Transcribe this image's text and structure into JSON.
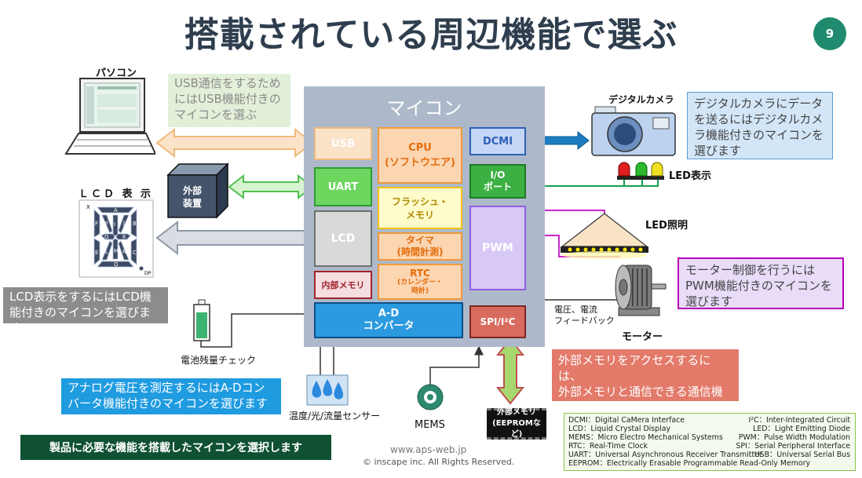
{
  "title": "搭載されている周辺機能で選ぶ",
  "page_number": "9",
  "mcu": {
    "title": "マイコン",
    "blocks": {
      "usb": "USB",
      "uart": "UART",
      "lcd": "LCD",
      "internal_memory": "内部メモリ",
      "cpu": "CPU\n(ソフトウエア)",
      "flash": "フラッシュ・\nメモリ",
      "timer": "タイマ\n(時間計測)",
      "rtc": "RTC",
      "rtc_sub": "(カレンダー・\n時計)",
      "dcmi": "DCMI",
      "io_port": "I/O\nポート",
      "pwm": "PWM",
      "adc": "A-D\nコンバータ",
      "spi_i2c": "SPI/I²C"
    }
  },
  "devices": {
    "pc": "パソコン",
    "external_device": "外部\n装置",
    "lcd_display": "ＬＣＤ 表 示",
    "camera": "デジタルカメラ",
    "led_display": "LED表示",
    "led_light": "LED照明",
    "motor": "モーター",
    "feedback": "電圧、電流\nフィードバック",
    "battery": "電池残量チェック",
    "sensor": "温度/光/流量センサー",
    "mems": "MEMS",
    "ext_memory": "外部メモリ\n(EEPROMなど)"
  },
  "lcd_segments": {
    "x": "X",
    "dp": "DP",
    "letters": [
      "A",
      "B",
      "C",
      "D",
      "E",
      "F",
      "G",
      "H",
      "I",
      "J",
      "K",
      "L",
      "M",
      "N"
    ]
  },
  "notes": {
    "usb": "USB通信をするため\nにはUSB機能付きの\nマイコンを選ぶ",
    "camera": "デジタルカメラにデータ\nを送るにはデジタルカメ\nラ機能付きのマイコンを\n選びます",
    "lcd": "LCD表示をするにはLCD機\n能付きのマイコンを選びます",
    "pwm": "モーター制御を行うには\nPWM機能付きのマイコンを\n選びます",
    "memory": "外部メモリをアクセスするには、\n外部メモリと通信できる通信機能\n付きのマイコンを選びます",
    "adc": "アナログ電圧を測定するにはA-Dコン\nバータ機能付きのマイコンを選びます"
  },
  "footer_banner": "製品に必要な機能を搭載したマイコンを選択します",
  "website": "www.aps-web.jp",
  "copyright": "© inscape inc. All Rights Reserved.",
  "abbreviations_left": [
    "DCMI：Digital CaMera Interface",
    "LCD：Liquid Crystal Display",
    "MEMS：Micro Electro Mechanical Systems",
    "RTC：Real-Time Clock",
    "UART：Universal Asynchronous Receiver Transmitter",
    "EEPROM：Electrically Erasable Programmable Read-Only Memory"
  ],
  "abbreviations_right": [
    "I²C：Inter-Integrated Circuit",
    "LED：Light Emitting Diode",
    "PWM：Pulse Width Modulation",
    "SPI：Serial Peripheral Interface",
    "USB：Universal Serial Bus"
  ]
}
